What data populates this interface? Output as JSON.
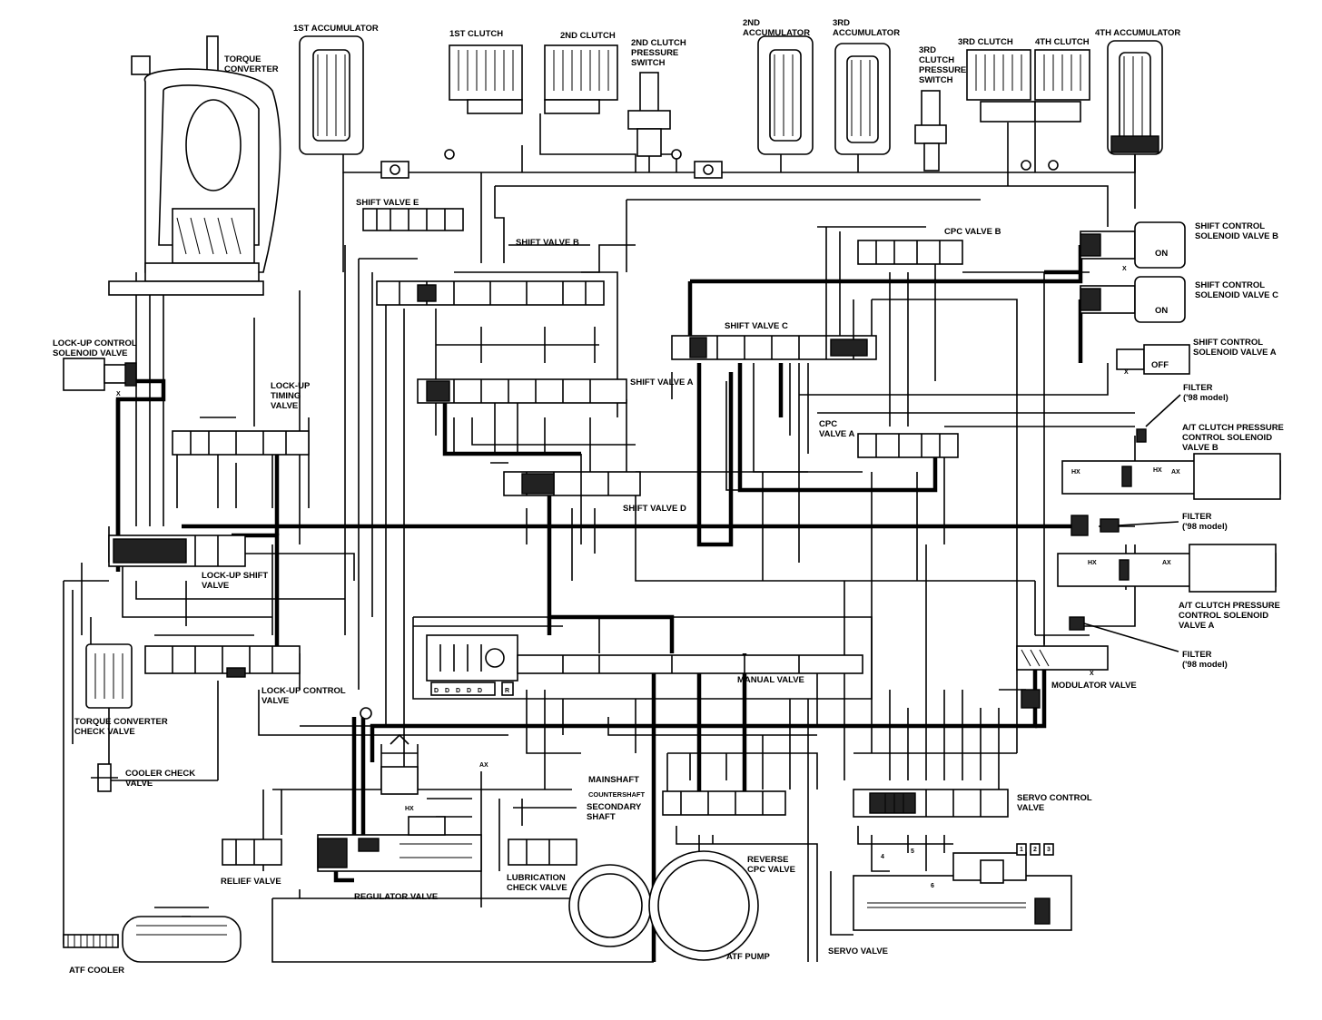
{
  "components": {
    "torque_converter": [
      "TORQUE",
      "CONVERTER"
    ],
    "first_accumulator": "1ST ACCUMULATOR",
    "first_clutch": "1ST CLUTCH",
    "second_clutch": "2ND CLUTCH",
    "second_clutch_pressure_switch": [
      "2ND CLUTCH",
      "PRESSURE",
      "SWITCH"
    ],
    "second_accumulator": [
      "2ND",
      "ACCUMULATOR"
    ],
    "third_accumulator": [
      "3RD",
      "ACCUMULATOR"
    ],
    "third_clutch_pressure_switch": [
      "3RD",
      "CLUTCH",
      "PRESSURE",
      "SWITCH"
    ],
    "third_clutch": "3RD CLUTCH",
    "fourth_clutch": "4TH CLUTCH",
    "fourth_accumulator": "4TH ACCUMULATOR",
    "shift_valve_e": "SHIFT VALVE E",
    "shift_valve_b": "SHIFT VALVE B",
    "cpc_valve_b": "CPC VALVE B",
    "shift_control_solenoid_b": [
      "SHIFT CONTROL",
      "SOLENOID VALVE B"
    ],
    "shift_control_solenoid_c": [
      "SHIFT CONTROL",
      "SOLENOID VALVE C"
    ],
    "shift_control_solenoid_a": [
      "SHIFT CONTROL",
      "SOLENOID VALVE A"
    ],
    "lockup_control_solenoid": [
      "LOCK-UP CONTROL",
      "SOLENOID VALVE"
    ],
    "lockup_timing_valve": [
      "LOCK-UP",
      "TIMING",
      "VALVE"
    ],
    "shift_valve_c": "SHIFT VALVE C",
    "shift_valve_a": "SHIFT VALVE A",
    "cpc_valve_a": [
      "CPC",
      "VALVE A"
    ],
    "filter_top": [
      "FILTER",
      "('98 model)"
    ],
    "atc_pressure_solenoid_b": [
      "A/T CLUTCH PRESSURE",
      "CONTROL SOLENOID",
      "VALVE B"
    ],
    "shift_valve_d": "SHIFT VALVE D",
    "filter_mid": [
      "FILTER",
      "('98 model)"
    ],
    "lockup_shift_valve": [
      "LOCK-UP SHIFT",
      "VALVE"
    ],
    "atc_pressure_solenoid_a": [
      "A/T CLUTCH PRESSURE",
      "CONTROL SOLENOID",
      "VALVE A"
    ],
    "filter_bottom": [
      "FILTER",
      "('98 model)"
    ],
    "manual_valve": "MANUAL VALVE",
    "modulator_valve": "MODULATOR VALVE",
    "torque_converter_check_valve": [
      "TORQUE CONVERTER",
      "CHECK VALVE"
    ],
    "lockup_control_valve": [
      "LOCK-UP CONTROL",
      "VALVE"
    ],
    "cooler_check_valve": [
      "COOLER CHECK",
      "VALVE"
    ],
    "mainshaft": "MAINSHAFT",
    "countershaft": "COUNTERSHAFT",
    "secondary_shaft": [
      "SECONDARY",
      "SHAFT"
    ],
    "servo_control_valve": [
      "SERVO CONTROL",
      "VALVE"
    ],
    "relief_valve": "RELIEF VALVE",
    "regulator_valve": "REGULATOR VALVE",
    "lubrication_check_valve": [
      "LUBRICATION",
      "CHECK VALVE"
    ],
    "reverse_cpc_valve": [
      "REVERSE",
      "CPC VALVE"
    ],
    "servo_valve": "SERVO VALVE",
    "atf_cooler": "ATF COOLER",
    "atf_pump": "ATF PUMP"
  },
  "states": {
    "solenoid_b": "ON",
    "solenoid_c": "ON",
    "solenoid_a": "OFF"
  },
  "manual_valve_positions": [
    "D",
    "D",
    "D",
    "D",
    "D",
    "R"
  ],
  "port_codes": [
    "X",
    "X",
    "X",
    "X",
    "HX",
    "AX",
    "HX",
    "AX",
    "HX",
    "HX",
    "AX",
    "1",
    "2",
    "3",
    "4",
    "5",
    "6"
  ]
}
